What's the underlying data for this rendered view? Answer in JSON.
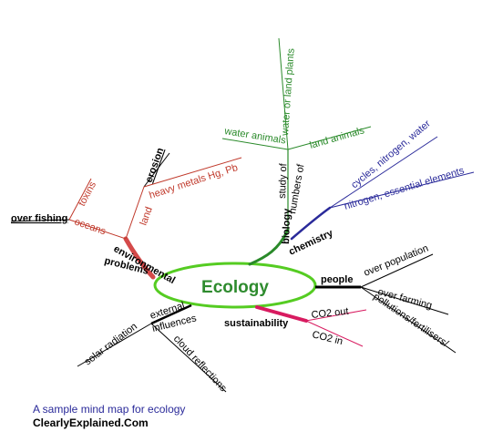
{
  "center": {
    "label": "Ecology",
    "color": "#2e8b2e",
    "ring_color": "#55cc22"
  },
  "branches": {
    "environmental_problems": {
      "label_line1": "environmental",
      "label_line2": "problems",
      "color": "#b01820",
      "oceans": "oceans",
      "toxins": "toxins",
      "over_fishing": "over fishing",
      "land": "land",
      "erosion": "erosion",
      "heavy_metals": "heavy metals Hg, Pb"
    },
    "biology": {
      "label": "biology",
      "color": "#2a8a2a",
      "study_of": "study of",
      "numbers_of": "numbers of",
      "water_animals": "water animals",
      "land_animals": "land animals",
      "water_or_land_plants": "water or land plants"
    },
    "chemistry": {
      "label": "chemistry",
      "color": "#2a2a9a",
      "cycles": "cycles, nitrogen, water",
      "nitrogen": "nitrogen, essential elements"
    },
    "people": {
      "label": "people",
      "over_population": "over population",
      "over_farming": "over farming",
      "pollutions": "pollutions/fertilisers/"
    },
    "sustainability": {
      "label": "sustainability",
      "color": "#d81b60",
      "co2_out": "CO2 out",
      "co2_in": "CO2 in"
    },
    "external_influences": {
      "label_line1": "external",
      "label_line2": "influences",
      "solar_radiation": "solar radiation",
      "cloud_reflections": "cloud reflections"
    }
  },
  "caption": {
    "line1": "A sample mind map for ecology",
    "line2": "ClearlyExplained.Com"
  }
}
